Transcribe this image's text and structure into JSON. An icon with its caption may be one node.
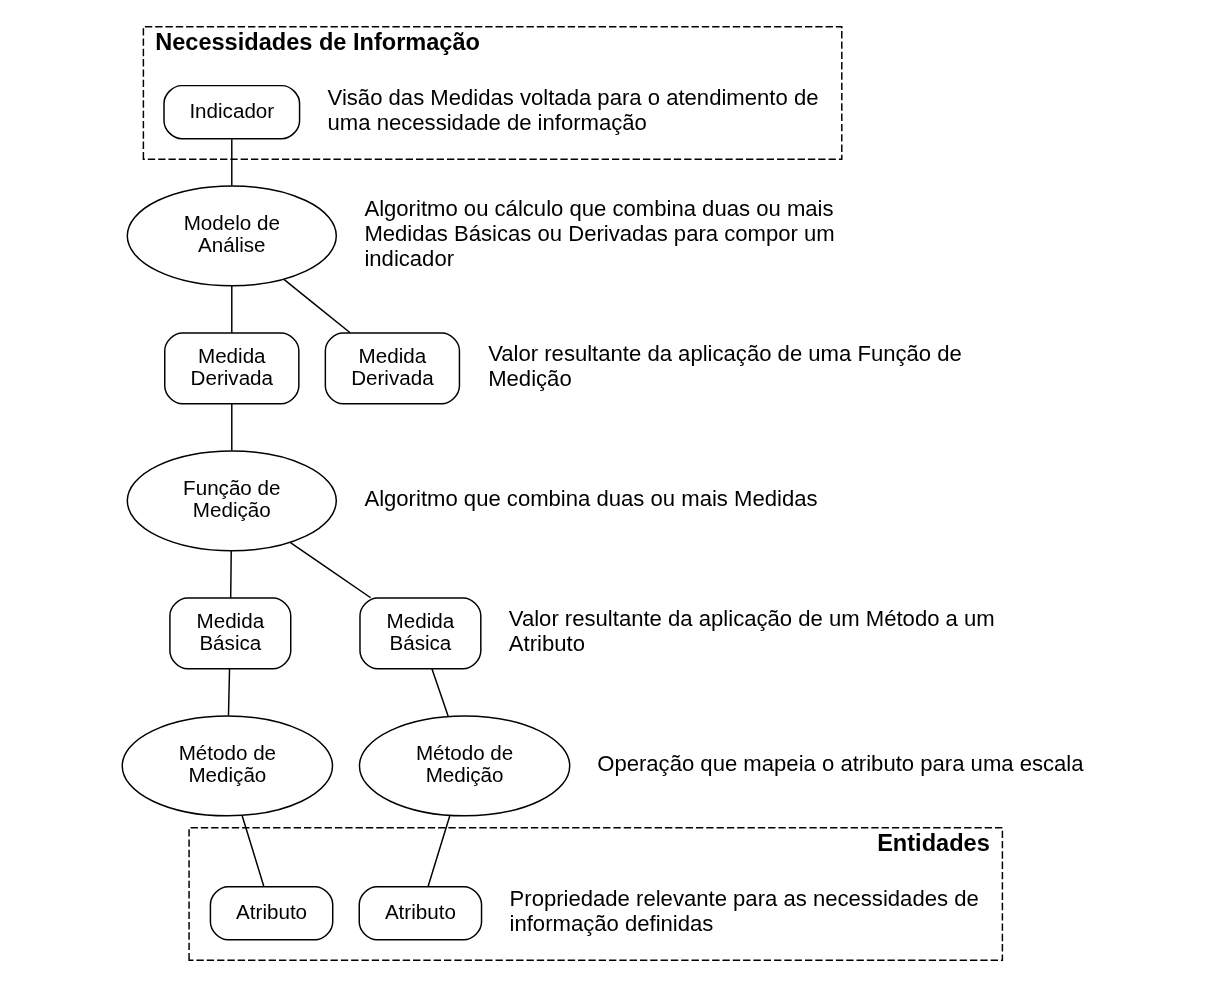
{
  "diagram": {
    "nodes": [
      {
        "text": [
          "Necessidades de Informação"
        ]
      },
      {
        "text": [
          "Indicador"
        ],
        "in": 0,
        "beside": [
          "Visão das Medidas voltada para o atendimento de uma necessidade de informação"
        ]
      },
      {
        "text": [
          "Modelo de Análise"
        ],
        "beside": [
          "Algoritmo ou cálculo que combina duas ou mais Medidas Básicas ou Derivadas para compor um indicador"
        ]
      },
      {
        "text": [
          "Medida Derivada"
        ]
      },
      {
        "text": [
          "Medida Derivada"
        ],
        "beside": [
          "Valor resultante da aplicação de uma Função de Medição"
        ]
      },
      {
        "text": [
          "Função de Medição"
        ],
        "beside": [
          "Algoritmo que combina duas ou mais Medidas"
        ]
      },
      {
        "text": [
          "Medida Básica"
        ]
      },
      {
        "text": [
          "Medida Básica"
        ],
        "beside": [
          "Valor resultante da aplicação de um Método a um Atributo"
        ]
      },
      {
        "text": [
          "Método de Medição"
        ]
      },
      {
        "text": [
          "Método de Medição"
        ],
        "beside": [
          "Operação que mapeia o atributo para uma escala"
        ]
      },
      {
        "text": [
          "Entidades"
        ]
      },
      {
        "text": [
          "Atributo"
        ],
        "in": 10
      },
      {
        "text": [
          "Atributo"
        ],
        "in": 10,
        "beside": [
          "Propriedade relevante para as necessidades de informação definidas"
        ]
      }
    ],
    "edges": [
      {
        "from": 1,
        "to": 2,
        "arrow": "none"
      },
      {
        "from": 2,
        "to": 3,
        "arrow": "none"
      },
      {
        "from": 2,
        "to": 4,
        "arrow": "none"
      },
      {
        "from": 3,
        "to": 5,
        "arrow": "none"
      },
      {
        "from": 5,
        "to": 6,
        "arrow": "none"
      },
      {
        "from": 5,
        "to": 7,
        "arrow": "none"
      },
      {
        "from": 6,
        "to": 8,
        "arrow": "none"
      },
      {
        "from": 7,
        "to": 9,
        "arrow": "none"
      },
      {
        "from": 8,
        "to": 11,
        "arrow": "none"
      },
      {
        "from": 9,
        "to": 12,
        "arrow": "none"
      }
    ]
  }
}
